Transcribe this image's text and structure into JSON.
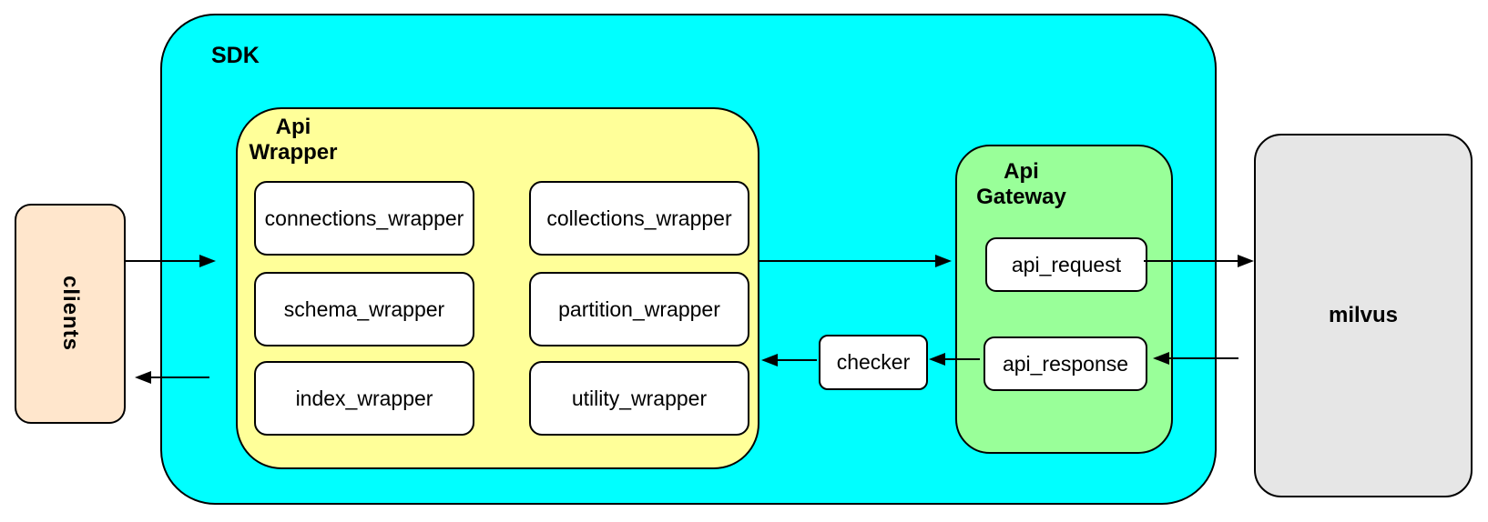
{
  "diagram": {
    "nodes": {
      "clients": {
        "label": "clients"
      },
      "sdk": {
        "label": "SDK"
      },
      "api_wrapper": {
        "label_line1": "Api",
        "label_line2": "Wrapper",
        "children": [
          "connections_wrapper",
          "collections_wrapper",
          "schema_wrapper",
          "partition_wrapper",
          "index_wrapper",
          "utility_wrapper"
        ]
      },
      "checker": {
        "label": "checker"
      },
      "api_gateway": {
        "label_line1": "Api",
        "label_line2": "Gateway",
        "request_label": "api_request",
        "response_label": "api_response"
      },
      "milvus": {
        "label": "milvus"
      }
    },
    "colors": {
      "sdk_fill": "#00ffff",
      "api_wrapper_fill": "#ffff99",
      "api_gateway_fill": "#99ff99",
      "clients_fill": "#ffe6cc",
      "milvus_fill": "#e6e6e6",
      "node_fill": "#ffffff",
      "stroke": "#000000"
    }
  }
}
